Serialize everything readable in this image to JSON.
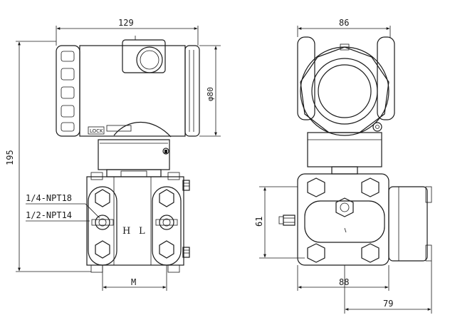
{
  "dimensions": {
    "overall_width_front": "129",
    "height_total": "195",
    "enclosure_diameter": "φ80",
    "process_spacing": "M",
    "side_width": "86",
    "flange_height": "61",
    "flange_width": "88",
    "depth": "79"
  },
  "ports": {
    "thread_small": "1/4-NPT18",
    "thread_large": "1/2-NPT14"
  },
  "sides": {
    "high": "H",
    "low": "L"
  },
  "markings": {
    "lock_text": "LOCK"
  }
}
